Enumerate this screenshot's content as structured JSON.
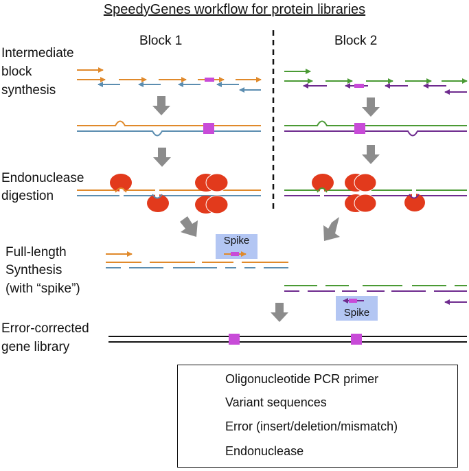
{
  "title": "SpeedyGenes workflow for protein libraries",
  "blocks": {
    "block1": "Block 1",
    "block2": "Block 2"
  },
  "steps": {
    "intermediate": [
      "Intermediate",
      "block",
      "synthesis"
    ],
    "endonuclease": [
      "Endonuclease",
      "digestion"
    ],
    "full_length": [
      "Full-length",
      "Synthesis",
      "(with “spike”)"
    ],
    "error_corrected": [
      "Error-corrected",
      "gene library"
    ]
  },
  "spike_label": "Spike",
  "legend": {
    "items": [
      {
        "label": "Oligonucleotide PCR primer",
        "icon": "arrow-icon"
      },
      {
        "label": "Variant sequences",
        "icon": "square-icon"
      },
      {
        "label": "Error (insert/deletion/mismatch)",
        "icon": "bump-icon"
      },
      {
        "label": "Endonuclease",
        "icon": "ellipse-icon"
      }
    ]
  },
  "colors": {
    "orange": "#e0892a",
    "blue": "#5b8db0",
    "green": "#4a9a34",
    "purple": "#6e2a8e",
    "magenta": "#c84bd8",
    "red": "#e23a1c",
    "gray": "#8c8c8c",
    "spike_bg": "#b3c6f3"
  }
}
